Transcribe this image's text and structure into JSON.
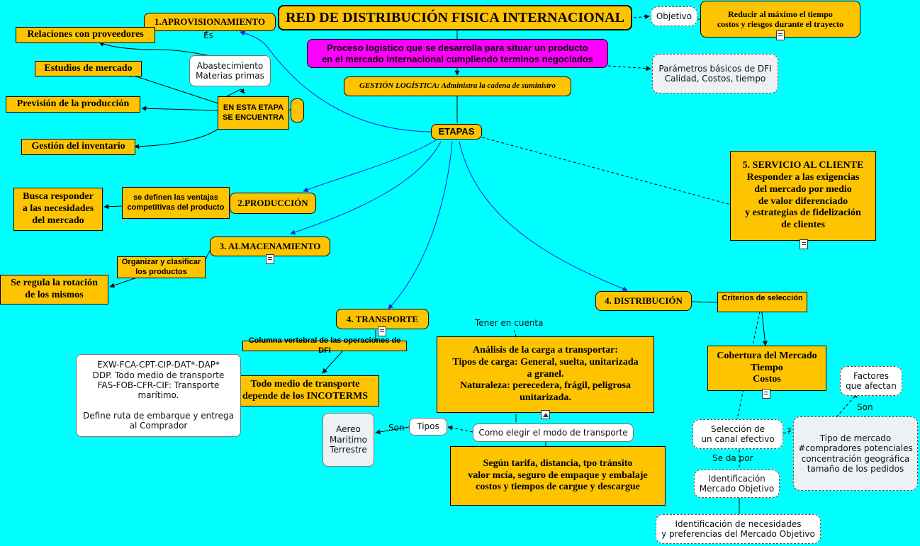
{
  "title": "RED DE DISTRIBUCIÓN FISICA INTERNACIONAL",
  "objective": {
    "tag": "Objetivo",
    "text": "Reducir al máximo el tiempo\ncostos y riesgos durante el trayecto"
  },
  "process": "Proceso logístico que se desarrolla  para situar un producto\nen el mercado internacional cumpliendo terminos negociados",
  "basic_params": "Parámetros básicos de DFI\nCalidad, Costos, tiempo",
  "logistics": "GESTIÓN LOGÍSTICA:  Administra la cadena de suministro",
  "stages": "ETAPAS",
  "supply": {
    "title": "1.APROVISIONAMIENTO",
    "is_label": "Es",
    "definition": "Abastecimiento\nMaterias primas",
    "in_stage": "EN ESTA ETAPA\nSE ENCUENTRA",
    "items": [
      "Relaciones con proveedores",
      "Estudios de mercado",
      "Previsión de la producción",
      "Gestión del inventario"
    ]
  },
  "production": {
    "title": "2.PRODUCCIÓN",
    "advantages": "se definen las ventajas\ncompetitivas del producto",
    "respond": "Busca responder\na las necesidades\ndel mercado"
  },
  "storage": {
    "title": "3. ALMACENAMIENTO",
    "organize": "Organizar y clasificar\nlos productos",
    "rotation": "Se regula la rotación\nde los mismos"
  },
  "transport": {
    "title": "4. TRANSPORTE",
    "backbone": "Columna vertebral de las operaciones de DFI",
    "incoterms": "Todo medio de transporte\ndepende de los INCOTERMS",
    "incoterms_detail": "EXW-FCA-CPT-CIP-DAT*-DAP*\nDDP.  Todo medio de transporte\nFAS-FOB-CFR-CIF: Transporte\nmarítimo.\n\nDefine ruta de embarque y entrega\nal Comprador",
    "keep_in_mind": "Tener en cuenta",
    "cargo": "Análisis de la carga a transportar:\nTipos de carga: General, suelta, unitarizada\na granel.\nNaturaleza: perecedera, frágil, peligrosa\nunitarizada.",
    "how_choose": "Como elegir el modo de transporte",
    "types": "Tipos",
    "are_label": "Son",
    "modes": "Aereo\nMaritimo\nTerrestre",
    "criteria": "Según tarifa, distancia, tpo tránsito\nvalor mcía, seguro de empaque y  embalaje\ncostos y  tiempos de cargue y descargue"
  },
  "distribution": {
    "title": "4. DISTRIBUCIÓN",
    "criteria": "Criterios de selección",
    "coverage": "Cobertura del Mercado\nTiempo\nCostos",
    "channel": "Selección de\nun canal efectivo",
    "question": "?",
    "given_by": "Se da por",
    "target_id": "Identificación\nMercado Objetivo",
    "needs": "Identificación de necesidades\ny preferencias del Mercado Objetivo",
    "factors": "Factores\nque afectan",
    "are_label": "Son",
    "market_type": "Tipo de mercado\n#compradores potenciales\nconcentración geográfica\ntamaño de los pedidos"
  },
  "service": {
    "title": "5. SERVICIO AL CLIENTE\nResponder a las exigencias\ndel mercado por medio\nde valor diferenciado\ny estrategias de  fidelización\nde clientes"
  },
  "icons": [
    "document-icon",
    "image-icon"
  ]
}
